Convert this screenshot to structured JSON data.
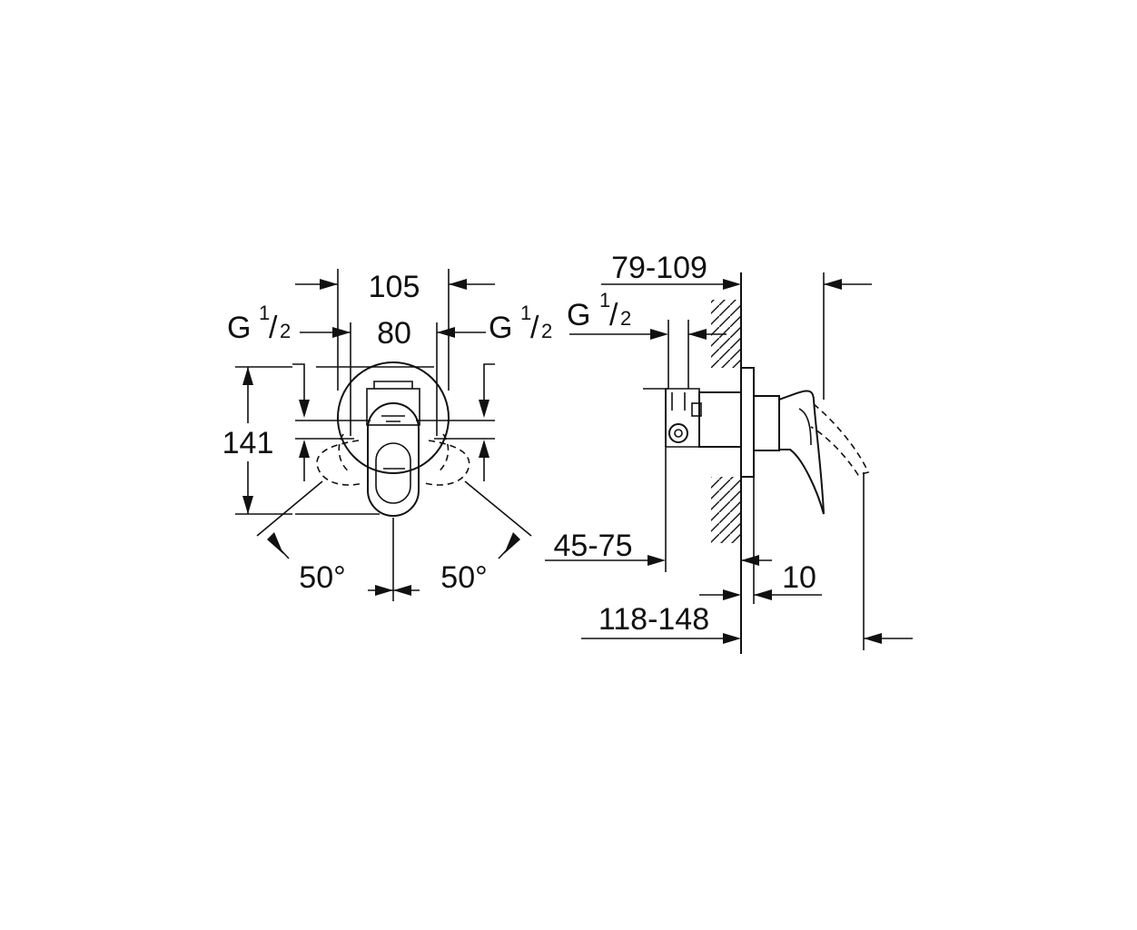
{
  "front_view": {
    "width_outer": "105",
    "width_inner": "80",
    "thread_left": {
      "main": "G",
      "num": "1",
      "den": "2"
    },
    "thread_right": {
      "main": "G",
      "num": "1",
      "den": "2"
    },
    "height": "141",
    "angle_left": "50°",
    "angle_right": "50°"
  },
  "side_view": {
    "depth_range": "79-109",
    "thread": {
      "main": "G",
      "num": "1",
      "den": "2"
    },
    "rough_in_depth": "45-75",
    "plate_thickness": "10",
    "total_depth": "118-148"
  }
}
